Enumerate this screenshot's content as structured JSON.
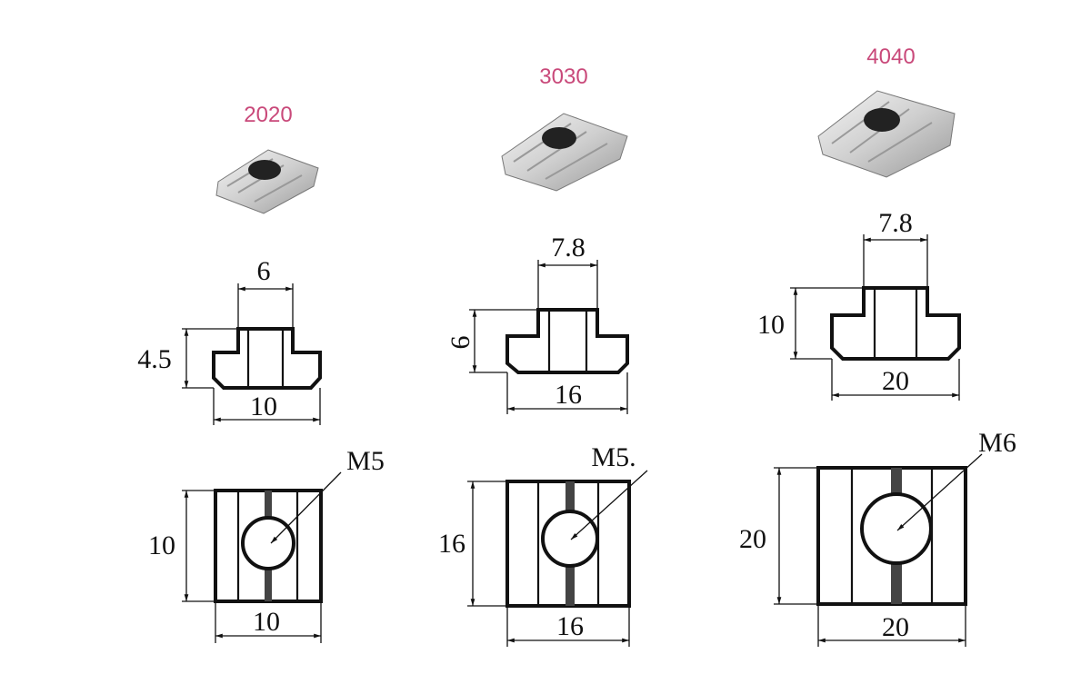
{
  "variants": [
    {
      "name": "2020",
      "slot_width": "6",
      "height": "4.5",
      "base_width": "10",
      "square_height": "10",
      "square_width": "10",
      "thread": "M5"
    },
    {
      "name": "3030",
      "slot_width": "7.8",
      "height": "6",
      "base_width": "16",
      "square_height": "16",
      "square_width": "16",
      "thread": "M5."
    },
    {
      "name": "4040",
      "slot_width": "7.8",
      "height": "10",
      "base_width": "20",
      "square_height": "20",
      "square_width": "20",
      "thread": "M6"
    }
  ],
  "colors": {
    "label": "#c9497a",
    "line": "#111111"
  }
}
